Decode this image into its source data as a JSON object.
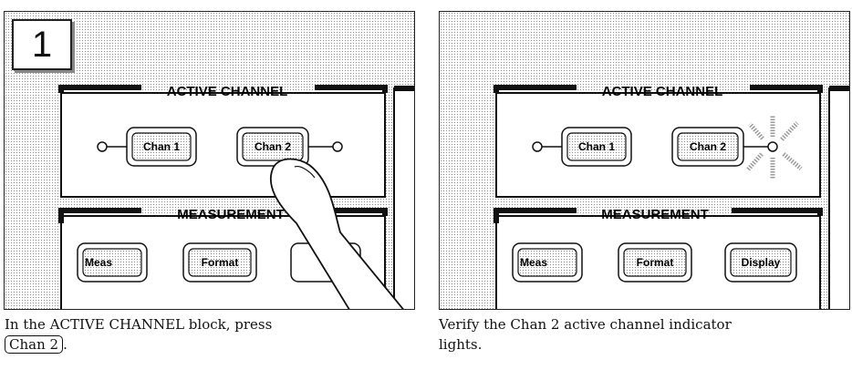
{
  "step_number": "1",
  "panel_left": {
    "active_channel_label": "ACTIVE CHANNEL",
    "chan1_label": "Chan 1",
    "chan2_label": "Chan 2",
    "measurement_label": "MEASUREMENT",
    "meas_label": "Meas",
    "format_label": "Format",
    "caption_line1": "In the ACTIVE CHANNEL block, press",
    "caption_key": "Chan 2",
    "caption_suffix": "."
  },
  "panel_right": {
    "active_channel_label": "ACTIVE CHANNEL",
    "chan1_label": "Chan 1",
    "chan2_label": "Chan 2",
    "measurement_label": "MEASUREMENT",
    "meas_label": "Meas",
    "format_label": "Format",
    "display_label": "Display",
    "caption_line1": "Verify the Chan 2 active channel indicator",
    "caption_line2": "lights."
  }
}
